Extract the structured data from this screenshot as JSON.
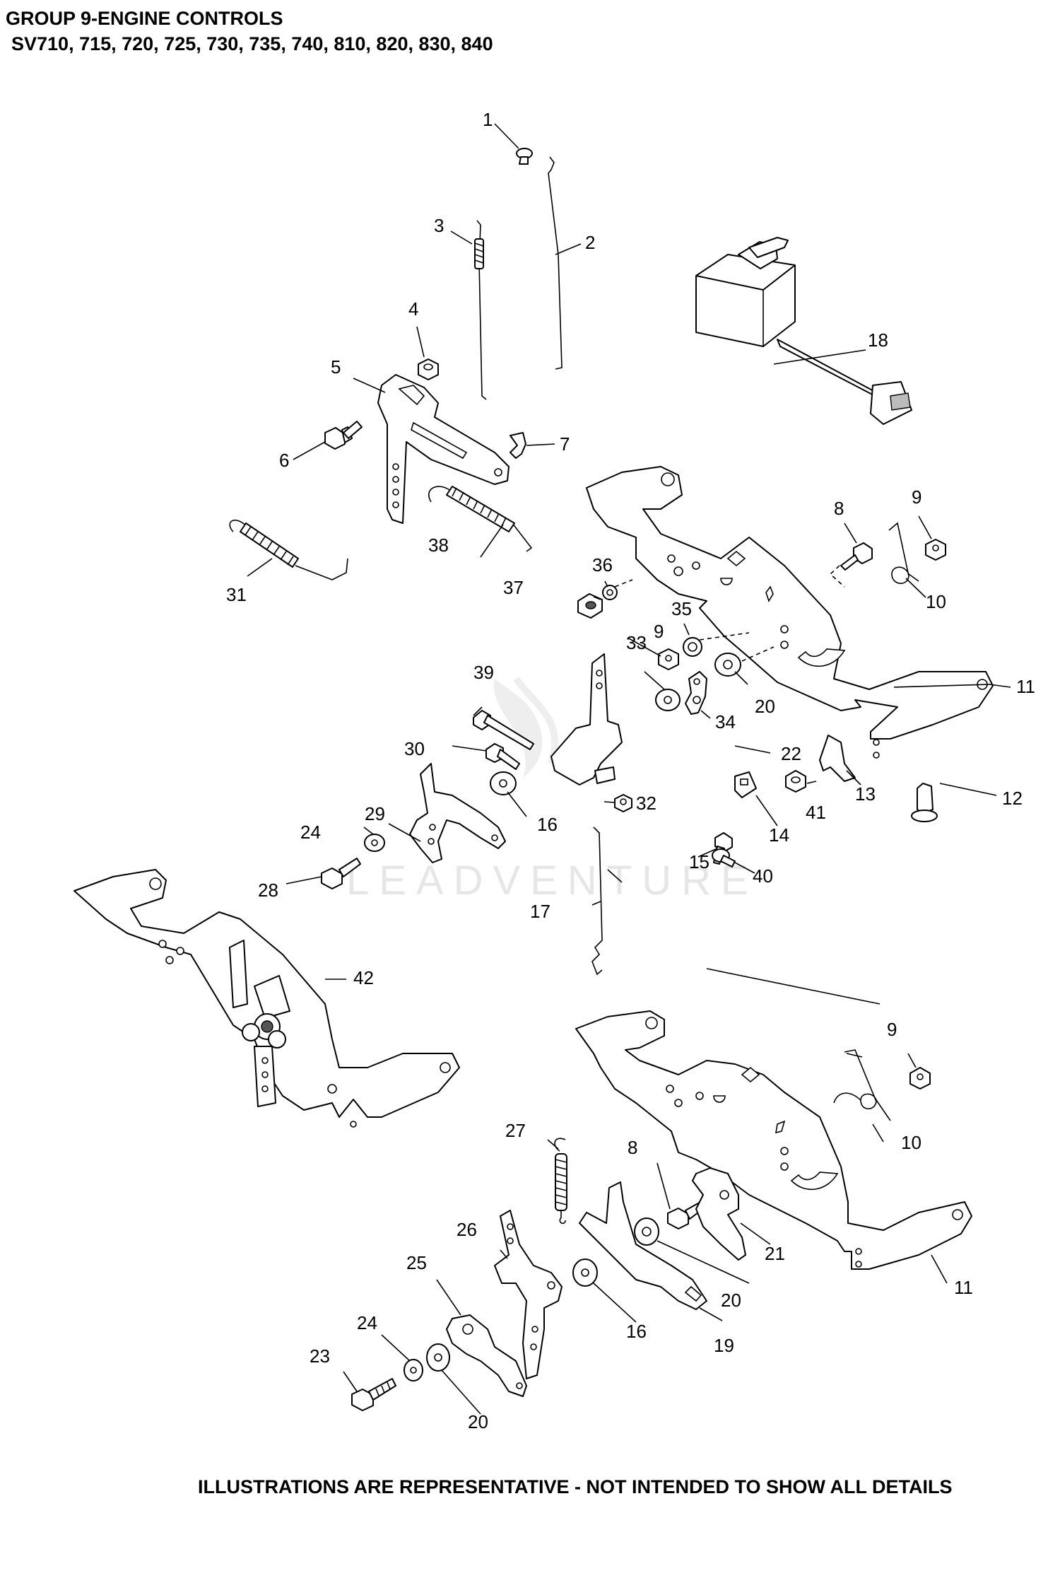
{
  "header": {
    "line1": "GROUP 9-ENGINE CONTROLS",
    "line2": "SV710, 715, 720, 725, 730, 735, 740, 810, 820, 830, 840"
  },
  "footer": {
    "disclaimer": "ILLUSTRATIONS ARE REPRESENTATIVE - NOT INTENDED TO SHOW ALL DETAILS"
  },
  "watermark": {
    "text": "LEADVENTURE"
  },
  "callouts": [
    "1",
    "2",
    "3",
    "4",
    "5",
    "6",
    "7",
    "8",
    "9",
    "10",
    "11",
    "12",
    "13",
    "14",
    "15",
    "16",
    "17",
    "18",
    "19",
    "20",
    "21",
    "22",
    "23",
    "24",
    "25",
    "26",
    "27",
    "28",
    "29",
    "30",
    "31",
    "32",
    "33",
    "34",
    "35",
    "36",
    "37",
    "38",
    "39",
    "40",
    "41",
    "42"
  ],
  "colors": {
    "line": "#000000",
    "background": "#ffffff",
    "watermark": "#e6e6e6"
  }
}
